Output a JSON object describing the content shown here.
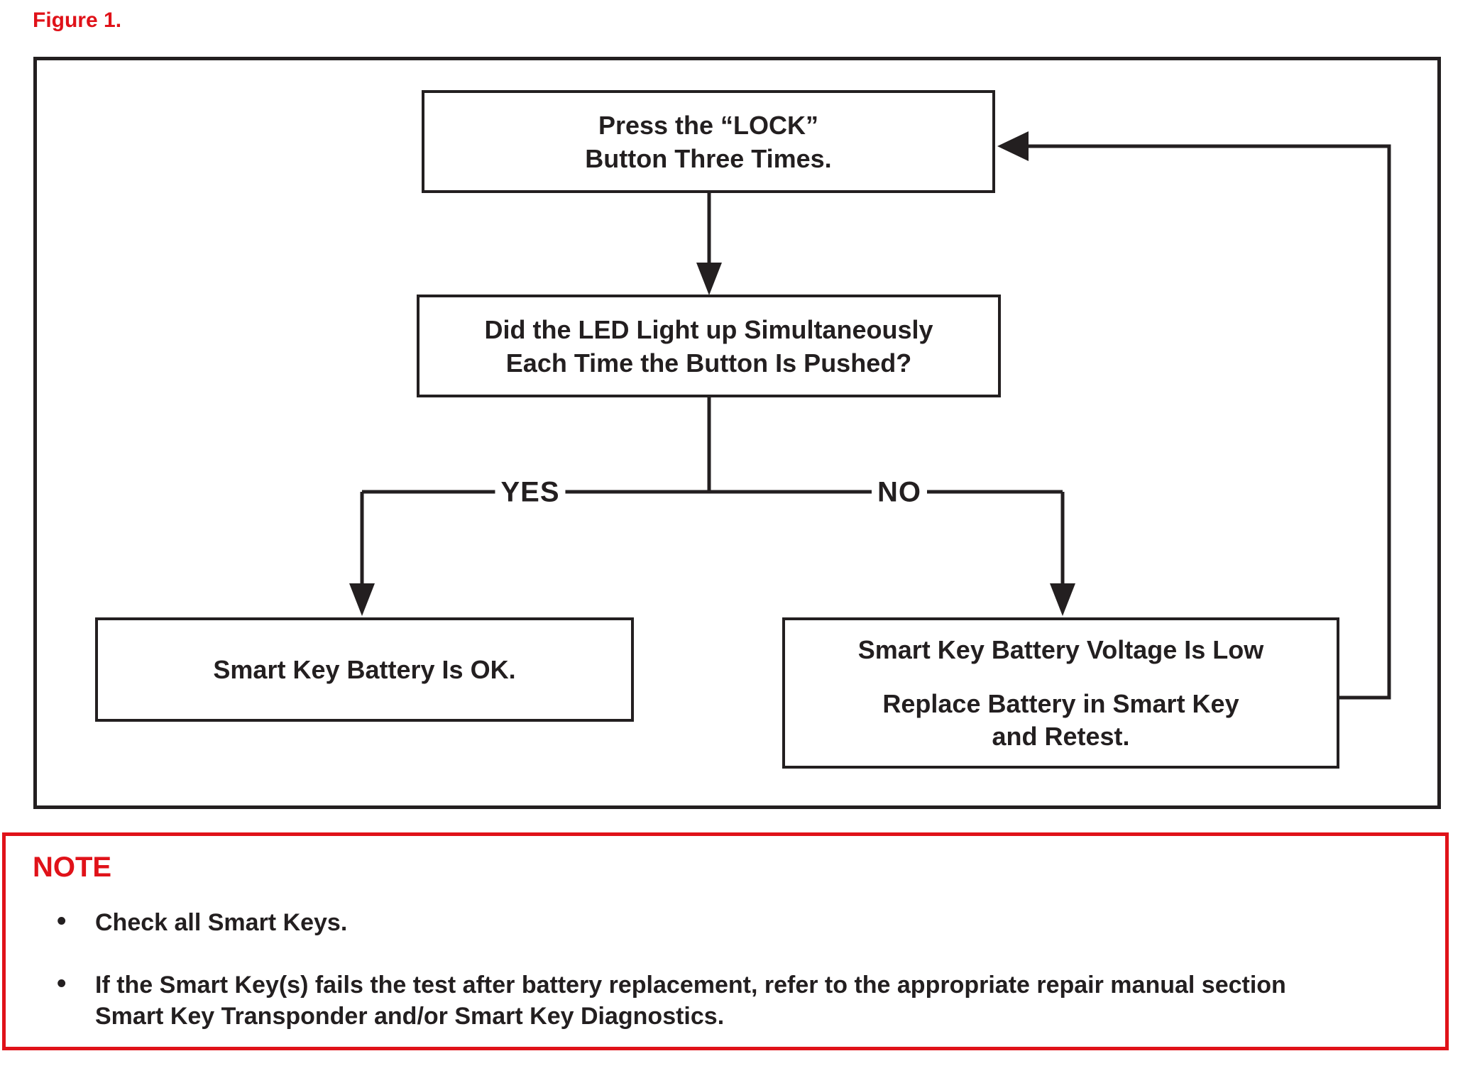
{
  "figure_title": "Figure 1.",
  "flowchart": {
    "node_press_lock": {
      "line1": "Press the “LOCK”",
      "line2": "Button Three Times."
    },
    "node_led_question": {
      "line1": "Did the LED Light up Simultaneously",
      "line2": "Each Time the Button Is Pushed?"
    },
    "label_yes": "YES",
    "label_no": "NO",
    "node_battery_ok": {
      "text": "Smart Key Battery Is OK."
    },
    "node_battery_low": {
      "line1": "Smart Key Battery Voltage Is Low",
      "line2": "Replace Battery in Smart Key",
      "line3": "and Retest."
    }
  },
  "note": {
    "title": "NOTE",
    "bullets": [
      "Check all Smart Keys.",
      "If the Smart Key(s) fails the test after battery replacement, refer to the appropriate repair manual section Smart Key Transponder and/or Smart Key Diagnostics."
    ]
  },
  "colors": {
    "accent_red": "#e01219",
    "ink": "#231f20"
  }
}
